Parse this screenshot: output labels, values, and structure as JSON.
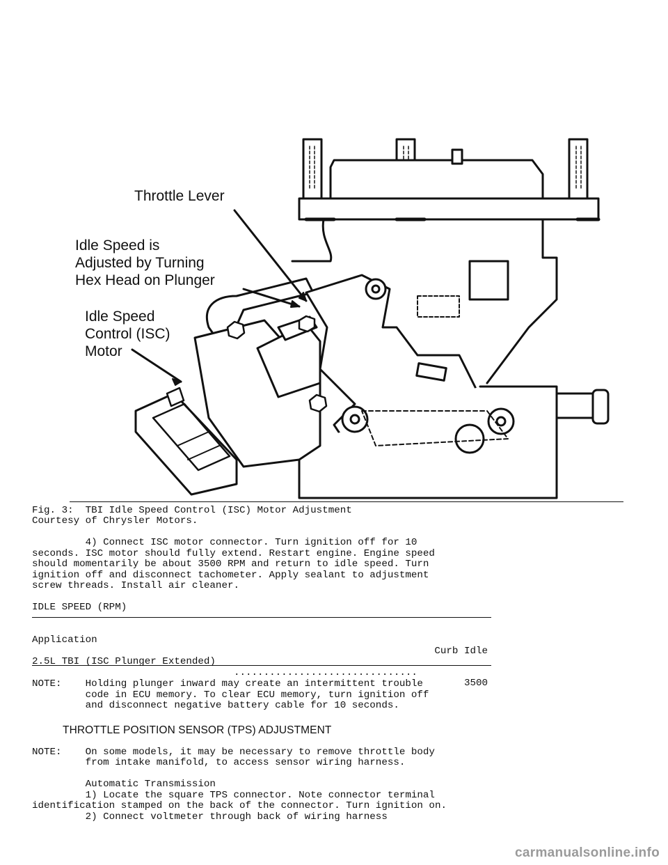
{
  "figure": {
    "labels": {
      "throttle_lever": "Throttle Lever",
      "idle_adjust_1": "Idle Speed is",
      "idle_adjust_2": "Adjusted by Turning",
      "idle_adjust_3": "Hex Head on Plunger",
      "isc_1": "Idle Speed",
      "isc_2": "Control (ISC)",
      "isc_3": "Motor"
    },
    "caption_1": "Fig. 3:  TBI Idle Speed Control (ISC) Motor Adjustment",
    "caption_2": "Courtesy of Chrysler Motors."
  },
  "step4": [
    "         4) Connect ISC motor connector. Turn ignition off for 10",
    "seconds. ISC motor should fully extend. Restart engine. Engine speed",
    "should momentarily be about 3500 RPM and return to idle speed. Turn",
    "ignition off and disconnect tachometer. Apply sealant to adjustment",
    "screw threads. Install air cleaner."
  ],
  "table": {
    "title": "IDLE SPEED (RPM)",
    "col_application": "Application",
    "col_curb_idle": "Curb Idle",
    "row_application": "2.5L TBI (ISC Plunger Extended)",
    "row_leader": "...............................",
    "row_value": "3500"
  },
  "note1": [
    "NOTE:    Holding plunger inward may create an intermittent trouble",
    "         code in ECU memory. To clear ECU memory, turn ignition off",
    "         and disconnect negative battery cable for 10 seconds."
  ],
  "section_heading": "THROTTLE POSITION SENSOR (TPS) ADJUSTMENT",
  "note2": [
    "NOTE:    On some models, it may be necessary to remove throttle body",
    "         from intake manifold, to access sensor wiring harness."
  ],
  "auto_trans": [
    "         Automatic Transmission",
    "         1) Locate the square TPS connector. Note connector terminal",
    "identification stamped on the back of the connector. Turn ignition on.",
    "         2) Connect voltmeter through back of wiring harness"
  ],
  "watermark": "carmanualsonline.info"
}
